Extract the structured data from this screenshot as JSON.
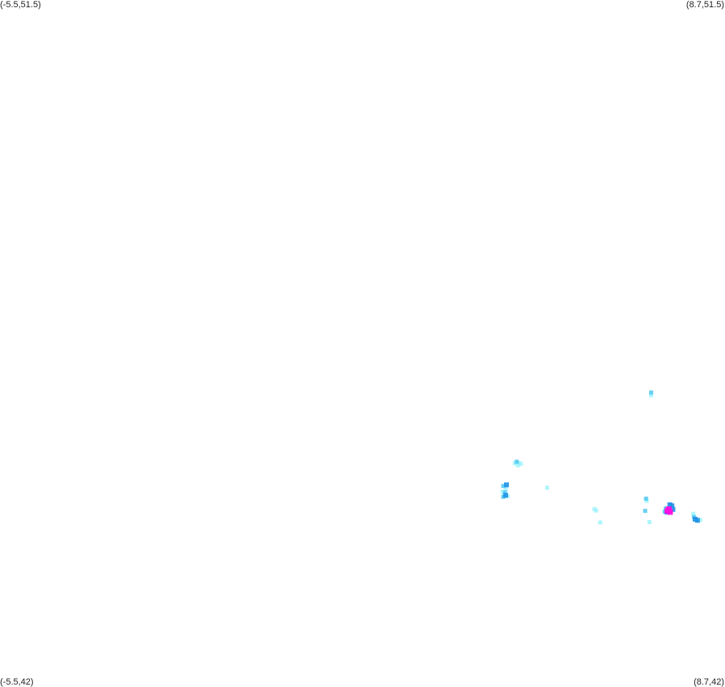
{
  "corners": {
    "top_left": "(-5.5,51.5)",
    "top_right": "(8.7,51.5)",
    "bottom_left": "(-5.5,42)",
    "bottom_right": "(8.7,42)"
  },
  "extent": {
    "lon_min": -5.5,
    "lon_max": 8.7,
    "lat_min": 42,
    "lat_max": 51.5
  },
  "colors": {
    "background": "#ffffff",
    "light": "#9ff3fb",
    "medium": "#4cc8ee",
    "dark": "#1e90e6",
    "highlight": "#ff10e0"
  },
  "points": [
    {
      "lon": 7.253,
      "lat": 46.072,
      "intensity": "medium"
    },
    {
      "lon": 7.253,
      "lat": 46.035,
      "intensity": "light"
    },
    {
      "lon": 4.621,
      "lat": 45.115,
      "intensity": "medium"
    },
    {
      "lon": 4.583,
      "lat": 45.095,
      "intensity": "light"
    },
    {
      "lon": 4.666,
      "lat": 45.095,
      "intensity": "light"
    },
    {
      "lon": 4.643,
      "lat": 45.065,
      "intensity": "light"
    },
    {
      "lon": 4.7,
      "lat": 45.085,
      "intensity": "light"
    },
    {
      "lon": 4.419,
      "lat": 44.795,
      "intensity": "dark"
    },
    {
      "lon": 4.357,
      "lat": 44.78,
      "intensity": "medium"
    },
    {
      "lon": 4.407,
      "lat": 44.74,
      "intensity": "light"
    },
    {
      "lon": 4.346,
      "lat": 44.7,
      "intensity": "light"
    },
    {
      "lon": 4.391,
      "lat": 44.69,
      "intensity": "medium"
    },
    {
      "lon": 4.402,
      "lat": 44.65,
      "intensity": "dark"
    },
    {
      "lon": 4.441,
      "lat": 44.64,
      "intensity": "light"
    },
    {
      "lon": 4.357,
      "lat": 44.63,
      "intensity": "medium"
    },
    {
      "lon": 5.216,
      "lat": 44.755,
      "intensity": "light"
    },
    {
      "lon": 7.153,
      "lat": 44.605,
      "intensity": "medium"
    },
    {
      "lon": 7.165,
      "lat": 44.575,
      "intensity": "light"
    },
    {
      "lon": 6.145,
      "lat": 44.46,
      "intensity": "light"
    },
    {
      "lon": 6.175,
      "lat": 44.44,
      "intensity": "light"
    },
    {
      "lon": 7.137,
      "lat": 44.435,
      "intensity": "medium"
    },
    {
      "lon": 6.257,
      "lat": 44.275,
      "intensity": "light"
    },
    {
      "lon": 7.22,
      "lat": 44.28,
      "intensity": "light"
    },
    {
      "lon": 7.62,
      "lat": 44.52,
      "intensity": "dark"
    },
    {
      "lon": 7.66,
      "lat": 44.505,
      "intensity": "dark"
    },
    {
      "lon": 7.59,
      "lat": 44.465,
      "intensity": "medium"
    },
    {
      "lon": 7.68,
      "lat": 44.455,
      "intensity": "dark"
    },
    {
      "lon": 7.61,
      "lat": 44.44,
      "intensity": "dark"
    },
    {
      "lon": 7.54,
      "lat": 44.47,
      "intensity": "medium"
    },
    {
      "lon": 7.56,
      "lat": 44.42,
      "intensity": "dark"
    },
    {
      "lon": 7.52,
      "lat": 44.425,
      "intensity": "medium"
    },
    {
      "lon": 7.6,
      "lat": 44.46,
      "intensity": "highlight"
    },
    {
      "lon": 7.57,
      "lat": 44.435,
      "intensity": "highlight"
    },
    {
      "lon": 7.625,
      "lat": 44.42,
      "intensity": "highlight"
    },
    {
      "lon": 8.08,
      "lat": 44.395,
      "intensity": "light"
    },
    {
      "lon": 8.115,
      "lat": 44.32,
      "intensity": "dark"
    },
    {
      "lon": 8.16,
      "lat": 44.305,
      "intensity": "dark"
    },
    {
      "lon": 8.215,
      "lat": 44.31,
      "intensity": "light"
    },
    {
      "lon": 8.09,
      "lat": 44.35,
      "intensity": "medium"
    }
  ]
}
